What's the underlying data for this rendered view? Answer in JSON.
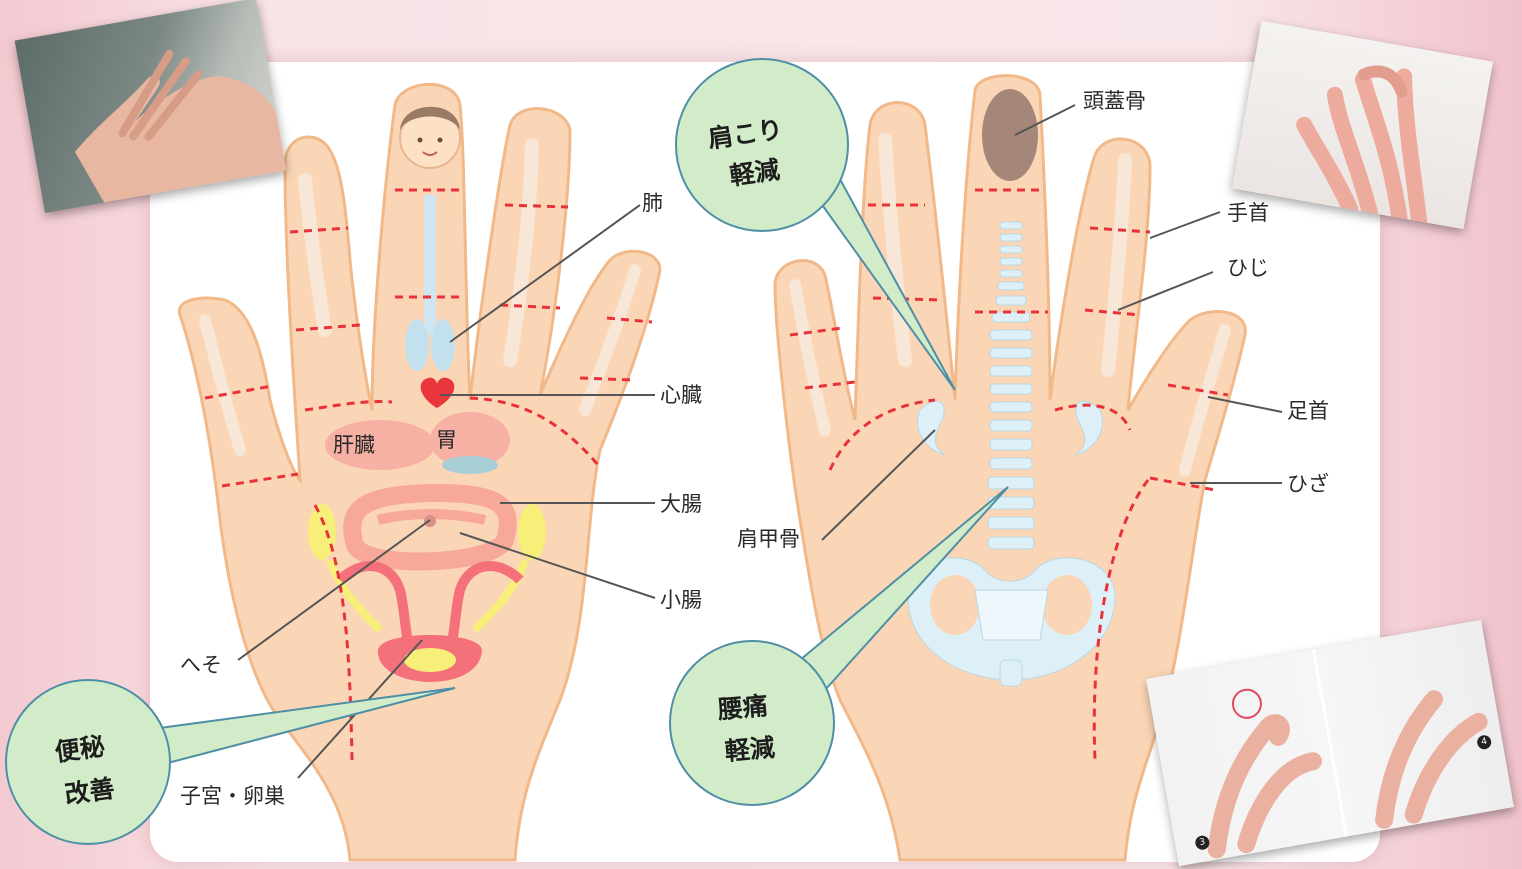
{
  "labels": {
    "lung": "肺",
    "heart": "心臓",
    "liver": "肝臓",
    "stomach": "胃",
    "large_intestine": "大腸",
    "small_intestine": "小腸",
    "navel": "へそ",
    "uterus_ovary": "子宮・卵巣",
    "skull": "頭蓋骨",
    "wrist": "手首",
    "elbow": "ひじ",
    "ankle": "足首",
    "knee": "ひざ",
    "scapula": "肩甲骨"
  },
  "bubbles": {
    "shoulder_line1": "肩こり",
    "shoulder_line2": "軽減",
    "constipation_line1": "便秘",
    "constipation_line2": "改善",
    "backpain_line1": "腰痛",
    "backpain_line2": "軽減"
  },
  "photo_badges": {
    "left": "3",
    "right": "4"
  },
  "colors": {
    "hand_fill": "#fbd6b6",
    "hand_outline": "#f1b98a",
    "dash_red": "#e8323a",
    "bubble_fill": "#d2ecc9",
    "bubble_stroke": "#4e8fa6",
    "organ_pink": "#f49a9c",
    "organ_yellow": "#f7ef7a",
    "bone": "#ddf0f7",
    "heart": "#e8363c"
  }
}
